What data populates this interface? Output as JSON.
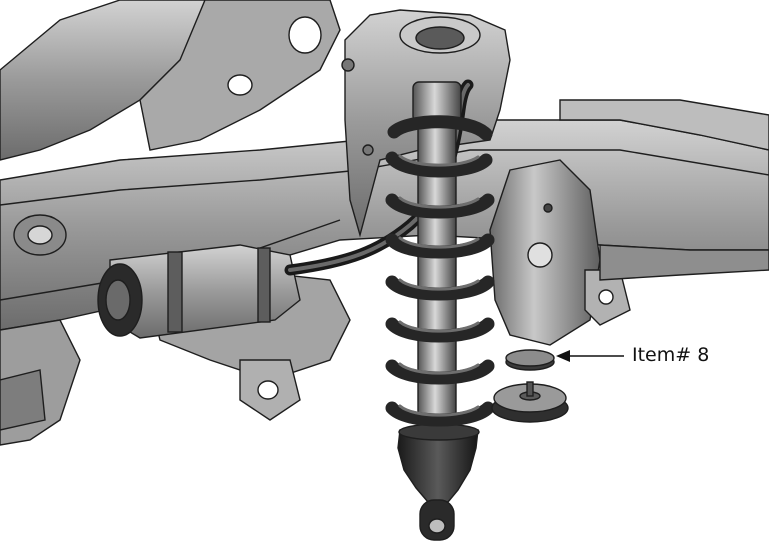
{
  "callout": {
    "label": "Item# 8"
  },
  "parts": [
    {
      "name": "frame",
      "icon": "frame-crossmember"
    },
    {
      "name": "coil-spring",
      "icon": "coil-spring"
    },
    {
      "name": "shock-absorber",
      "icon": "shock-absorber"
    },
    {
      "name": "remote-reservoir",
      "icon": "reservoir-canister"
    },
    {
      "name": "reservoir-hose",
      "icon": "hose"
    },
    {
      "name": "washer",
      "icon": "washer"
    },
    {
      "name": "bump-stop",
      "icon": "bump-stop"
    }
  ],
  "colors": {
    "metal_light": "#b9b9b9",
    "metal_mid": "#8e8e8e",
    "metal_dark": "#5a5a5a",
    "spring": "#2a2a2a",
    "outline": "#1e1e1e",
    "background": "#ffffff"
  }
}
